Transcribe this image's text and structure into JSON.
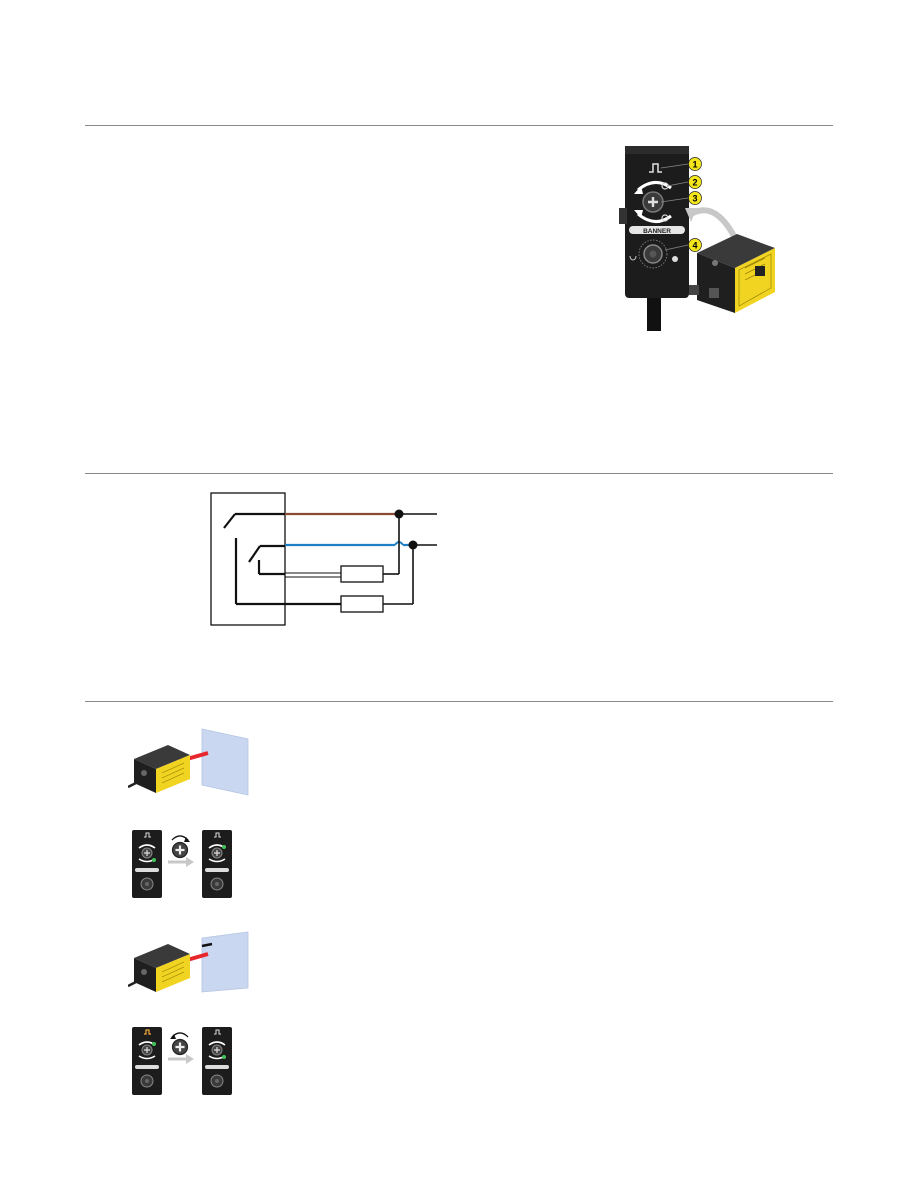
{
  "colors": {
    "rule": "#8a8a8a",
    "wire_brown": "#8b4a32",
    "wire_blue": "#1f7fc4",
    "callout_yellow": "#f5e61c",
    "housing_black": "#1c1c1c",
    "label_yellow": "#f1d321",
    "beam_red": "#e8262e",
    "target_blue": "#c9d8f0",
    "arrow_gray": "#c8c8c8"
  },
  "figures": {
    "features": {
      "callouts": [
        "1",
        "2",
        "3",
        "4"
      ],
      "brand": "BANNER"
    },
    "wiring": {},
    "teach_steps": {
      "icons": [
        "sensor-icon",
        "target-icon",
        "beam-icon",
        "rotate-icon",
        "arrow-right-icon"
      ]
    }
  }
}
